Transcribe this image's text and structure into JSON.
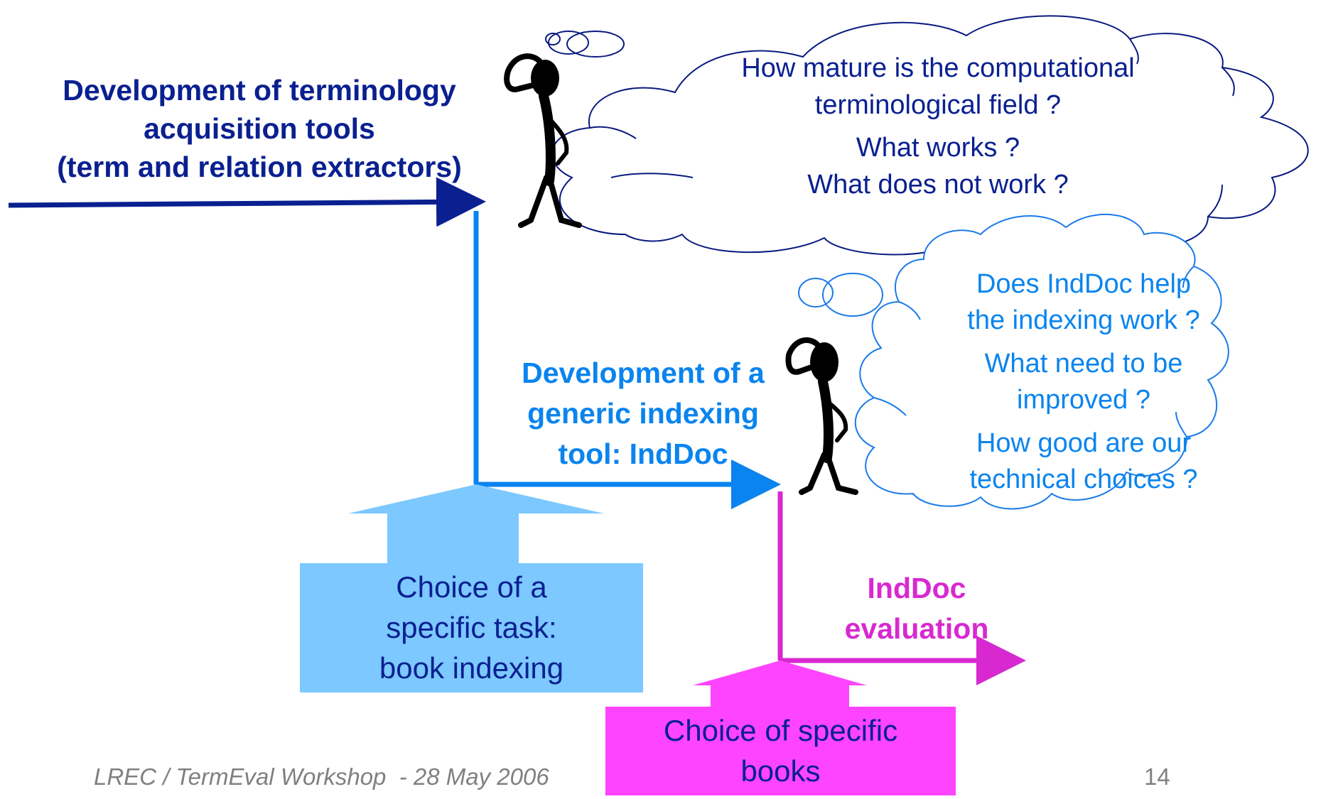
{
  "stages": {
    "terminology": "Development of terminology acquisition tools (term and relation extractors)",
    "terminology_lines": [
      "Development of terminology",
      "acquisition tools",
      "(term and relation extractors)"
    ],
    "indexing": "Development of a generic indexing tool: IndDoc",
    "indexing_lines": [
      "Development of a",
      "generic indexing",
      "tool: IndDoc"
    ],
    "evaluation": "IndDoc evaluation",
    "evaluation_lines": [
      "IndDoc",
      "evaluation"
    ]
  },
  "inputs": {
    "task": "Choice of a specific task: book indexing",
    "task_lines": [
      "Choice of a",
      "specific task:",
      "book indexing"
    ],
    "books": "Choice of specific books",
    "books_lines": [
      "Choice of specific",
      "books"
    ]
  },
  "thoughts": {
    "upper": [
      "How mature is the computational",
      "terminological field ?",
      "What works ?",
      "What does not work ?"
    ],
    "lower": [
      "Does IndDoc help",
      "the indexing work ?",
      "What need to be",
      "improved ?",
      "How good are our",
      "technical choices ?"
    ]
  },
  "footer": {
    "left": "LREC / TermEval Workshop  - 28 May 2006",
    "page_number": "14"
  },
  "colors": {
    "dark_blue": "#0a2090",
    "blue": "#0a84ee",
    "light_blue": "#7cc8ff",
    "magenta": "#d829d0",
    "bright_magenta": "#ff44ff",
    "cloud_outline_1": "#0a1a80",
    "cloud_outline_2": "#1a7ae8"
  },
  "icons": {
    "thinker": "thinking-stick-figure-icon",
    "cloud": "thought-cloud-icon"
  }
}
